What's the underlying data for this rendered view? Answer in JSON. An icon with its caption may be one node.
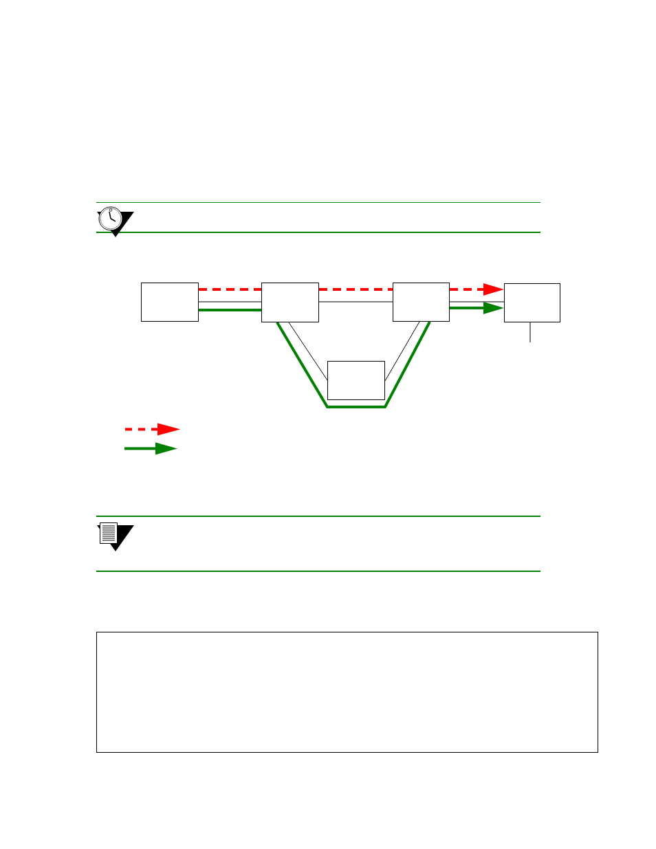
{
  "diagram": {
    "nodes": [
      {
        "text": [],
        "shape": "box"
      },
      {
        "text": [],
        "shape": "box"
      },
      {
        "text": [],
        "shape": "box"
      },
      {
        "text": [],
        "shape": "box"
      },
      {
        "text": [],
        "shape": "box"
      }
    ],
    "edges": [
      {
        "from": 0,
        "to": 1,
        "arrow": "none"
      },
      {
        "from": 1,
        "to": 2,
        "arrow": "none"
      },
      {
        "from": 2,
        "to": 3,
        "arrow": "none"
      },
      {
        "from": 1,
        "to": 4,
        "arrow": "none"
      },
      {
        "from": 4,
        "to": 2,
        "arrow": "none"
      },
      {
        "from": 0,
        "to": 1,
        "arrow": "none",
        "style": "dashed",
        "color": "#ff0000"
      },
      {
        "from": 1,
        "to": 2,
        "arrow": "none",
        "style": "dashed",
        "color": "#ff0000"
      },
      {
        "from": 2,
        "to": 3,
        "arrow": "to",
        "style": "dashed",
        "color": "#ff0000"
      },
      {
        "from": 0,
        "to": 1,
        "arrow": "none",
        "style": "thick",
        "color": "#008000"
      },
      {
        "from": 1,
        "to": 2,
        "arrow": "none",
        "style": "thick",
        "color": "#008000"
      },
      {
        "from": 2,
        "to": 3,
        "arrow": "to",
        "style": "thick",
        "color": "#008000"
      },
      {
        "from": 3,
        "to": null,
        "arrow": "none"
      }
    ]
  }
}
